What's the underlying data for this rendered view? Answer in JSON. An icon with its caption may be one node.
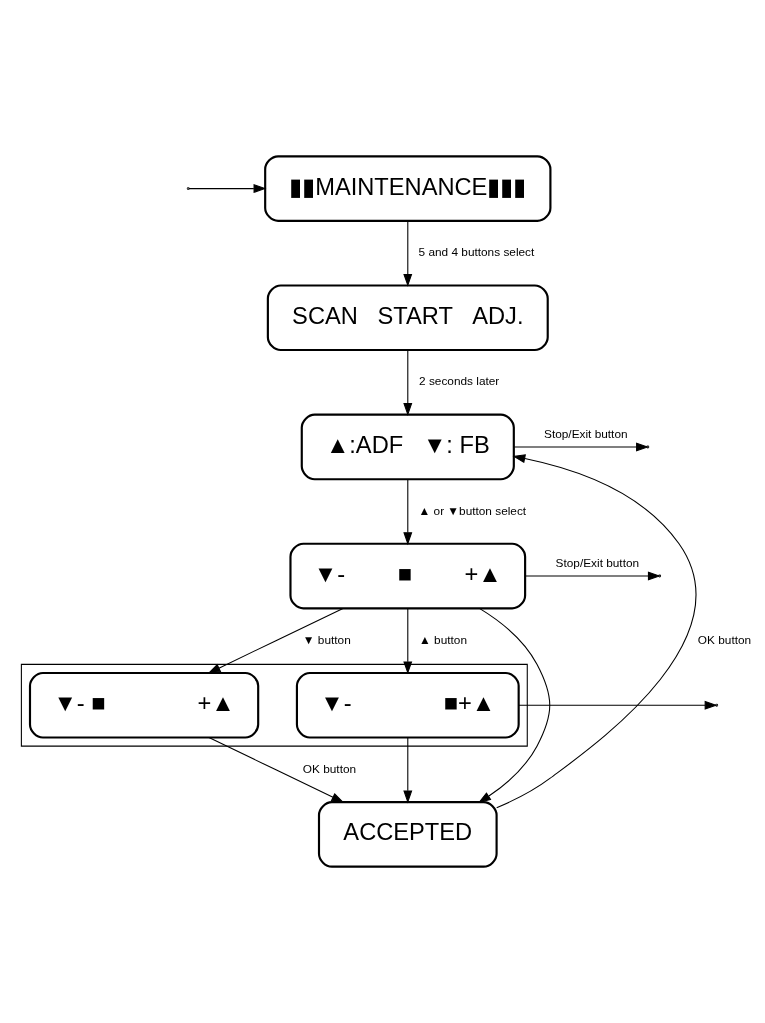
{
  "diagram": {
    "nodes": [
      {
        "text": [
          "▮▮MAINTENANCE▮▮▮"
        ]
      },
      {
        "text": [
          "SCAN   START   ADJ."
        ]
      },
      {
        "text": [
          "▲:ADF   ▼: FB"
        ]
      },
      {
        "text": [
          "▼-        ■        +▲"
        ]
      },
      {
        "text": [],
        "shape": "box"
      },
      {
        "text": [
          "▼- ■              +▲"
        ],
        "in": 4
      },
      {
        "text": [
          "▼-              ■+▲"
        ],
        "in": 4
      },
      {
        "text": [
          "ACCEPTED"
        ]
      }
    ],
    "edges": [
      {
        "from": null,
        "to": 0,
        "arrow": "to"
      },
      {
        "from": 0,
        "to": 1,
        "arrow": "to",
        "label": "5 and 4 buttons select"
      },
      {
        "from": 1,
        "to": 2,
        "arrow": "to",
        "label": "2 seconds later"
      },
      {
        "from": 7,
        "to": 2,
        "arrow": "to",
        "label": "OK button"
      },
      {
        "from": 2,
        "to": null,
        "arrow": "to",
        "label": "Stop/Exit button"
      },
      {
        "from": 2,
        "to": 3,
        "arrow": "to",
        "label": "▲ or ▼button select"
      },
      {
        "from": 3,
        "to": null,
        "arrow": "to",
        "label": "Stop/Exit button"
      },
      {
        "from": 3,
        "to": 5,
        "arrow": "to",
        "label": "▼ button"
      },
      {
        "from": 3,
        "to": 6,
        "arrow": "to",
        "label": "▲ button"
      },
      {
        "from": 6,
        "to": null,
        "arrow": "to"
      },
      {
        "from": 3,
        "to": 7,
        "arrow": "to"
      },
      {
        "from": 5,
        "to": 7,
        "arrow": "to",
        "label": "OK button"
      },
      {
        "from": 6,
        "to": 7,
        "arrow": "to"
      }
    ]
  }
}
